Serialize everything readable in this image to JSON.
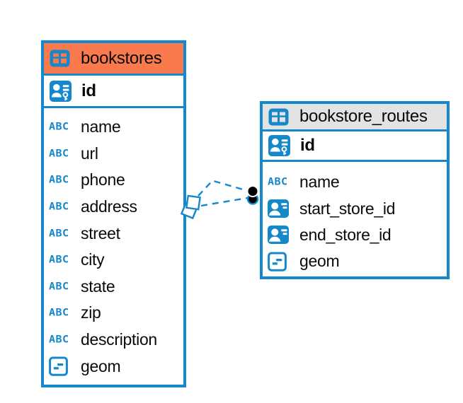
{
  "diagram_type": "entity-relationship",
  "colors": {
    "accent_blue": "#1588CC",
    "header_orange": "#F87A4D",
    "header_gray": "#E3E3E3",
    "text": "#0A0A0A",
    "connector_dot": "#000000",
    "background": "#FFFFFF"
  },
  "icons": {
    "abc_icon_text": "ABC"
  },
  "tables": [
    {
      "title": "bookstores",
      "header_style": "orange",
      "primary_key": {
        "label": "id",
        "icon": "person-key"
      },
      "fields": [
        {
          "label": "name",
          "icon": "abc"
        },
        {
          "label": "url",
          "icon": "abc"
        },
        {
          "label": "phone",
          "icon": "abc"
        },
        {
          "label": "address",
          "icon": "abc"
        },
        {
          "label": "street",
          "icon": "abc"
        },
        {
          "label": "city",
          "icon": "abc"
        },
        {
          "label": "state",
          "icon": "abc"
        },
        {
          "label": "zip",
          "icon": "abc"
        },
        {
          "label": "description",
          "icon": "abc"
        },
        {
          "label": "geom",
          "icon": "geometry"
        }
      ]
    },
    {
      "title": "bookstore_routes",
      "header_style": "gray",
      "primary_key": {
        "label": "id",
        "icon": "person-key"
      },
      "fields": [
        {
          "label": "name",
          "icon": "abc"
        },
        {
          "label": "start_store_id",
          "icon": "person"
        },
        {
          "label": "end_store_id",
          "icon": "person"
        },
        {
          "label": "geom",
          "icon": "geometry"
        }
      ]
    }
  ],
  "relationships": [
    {
      "from": "bookstores",
      "to": "bookstore_routes",
      "style": "dashed"
    },
    {
      "from": "bookstores",
      "to": "bookstore_routes",
      "style": "dashed"
    }
  ]
}
